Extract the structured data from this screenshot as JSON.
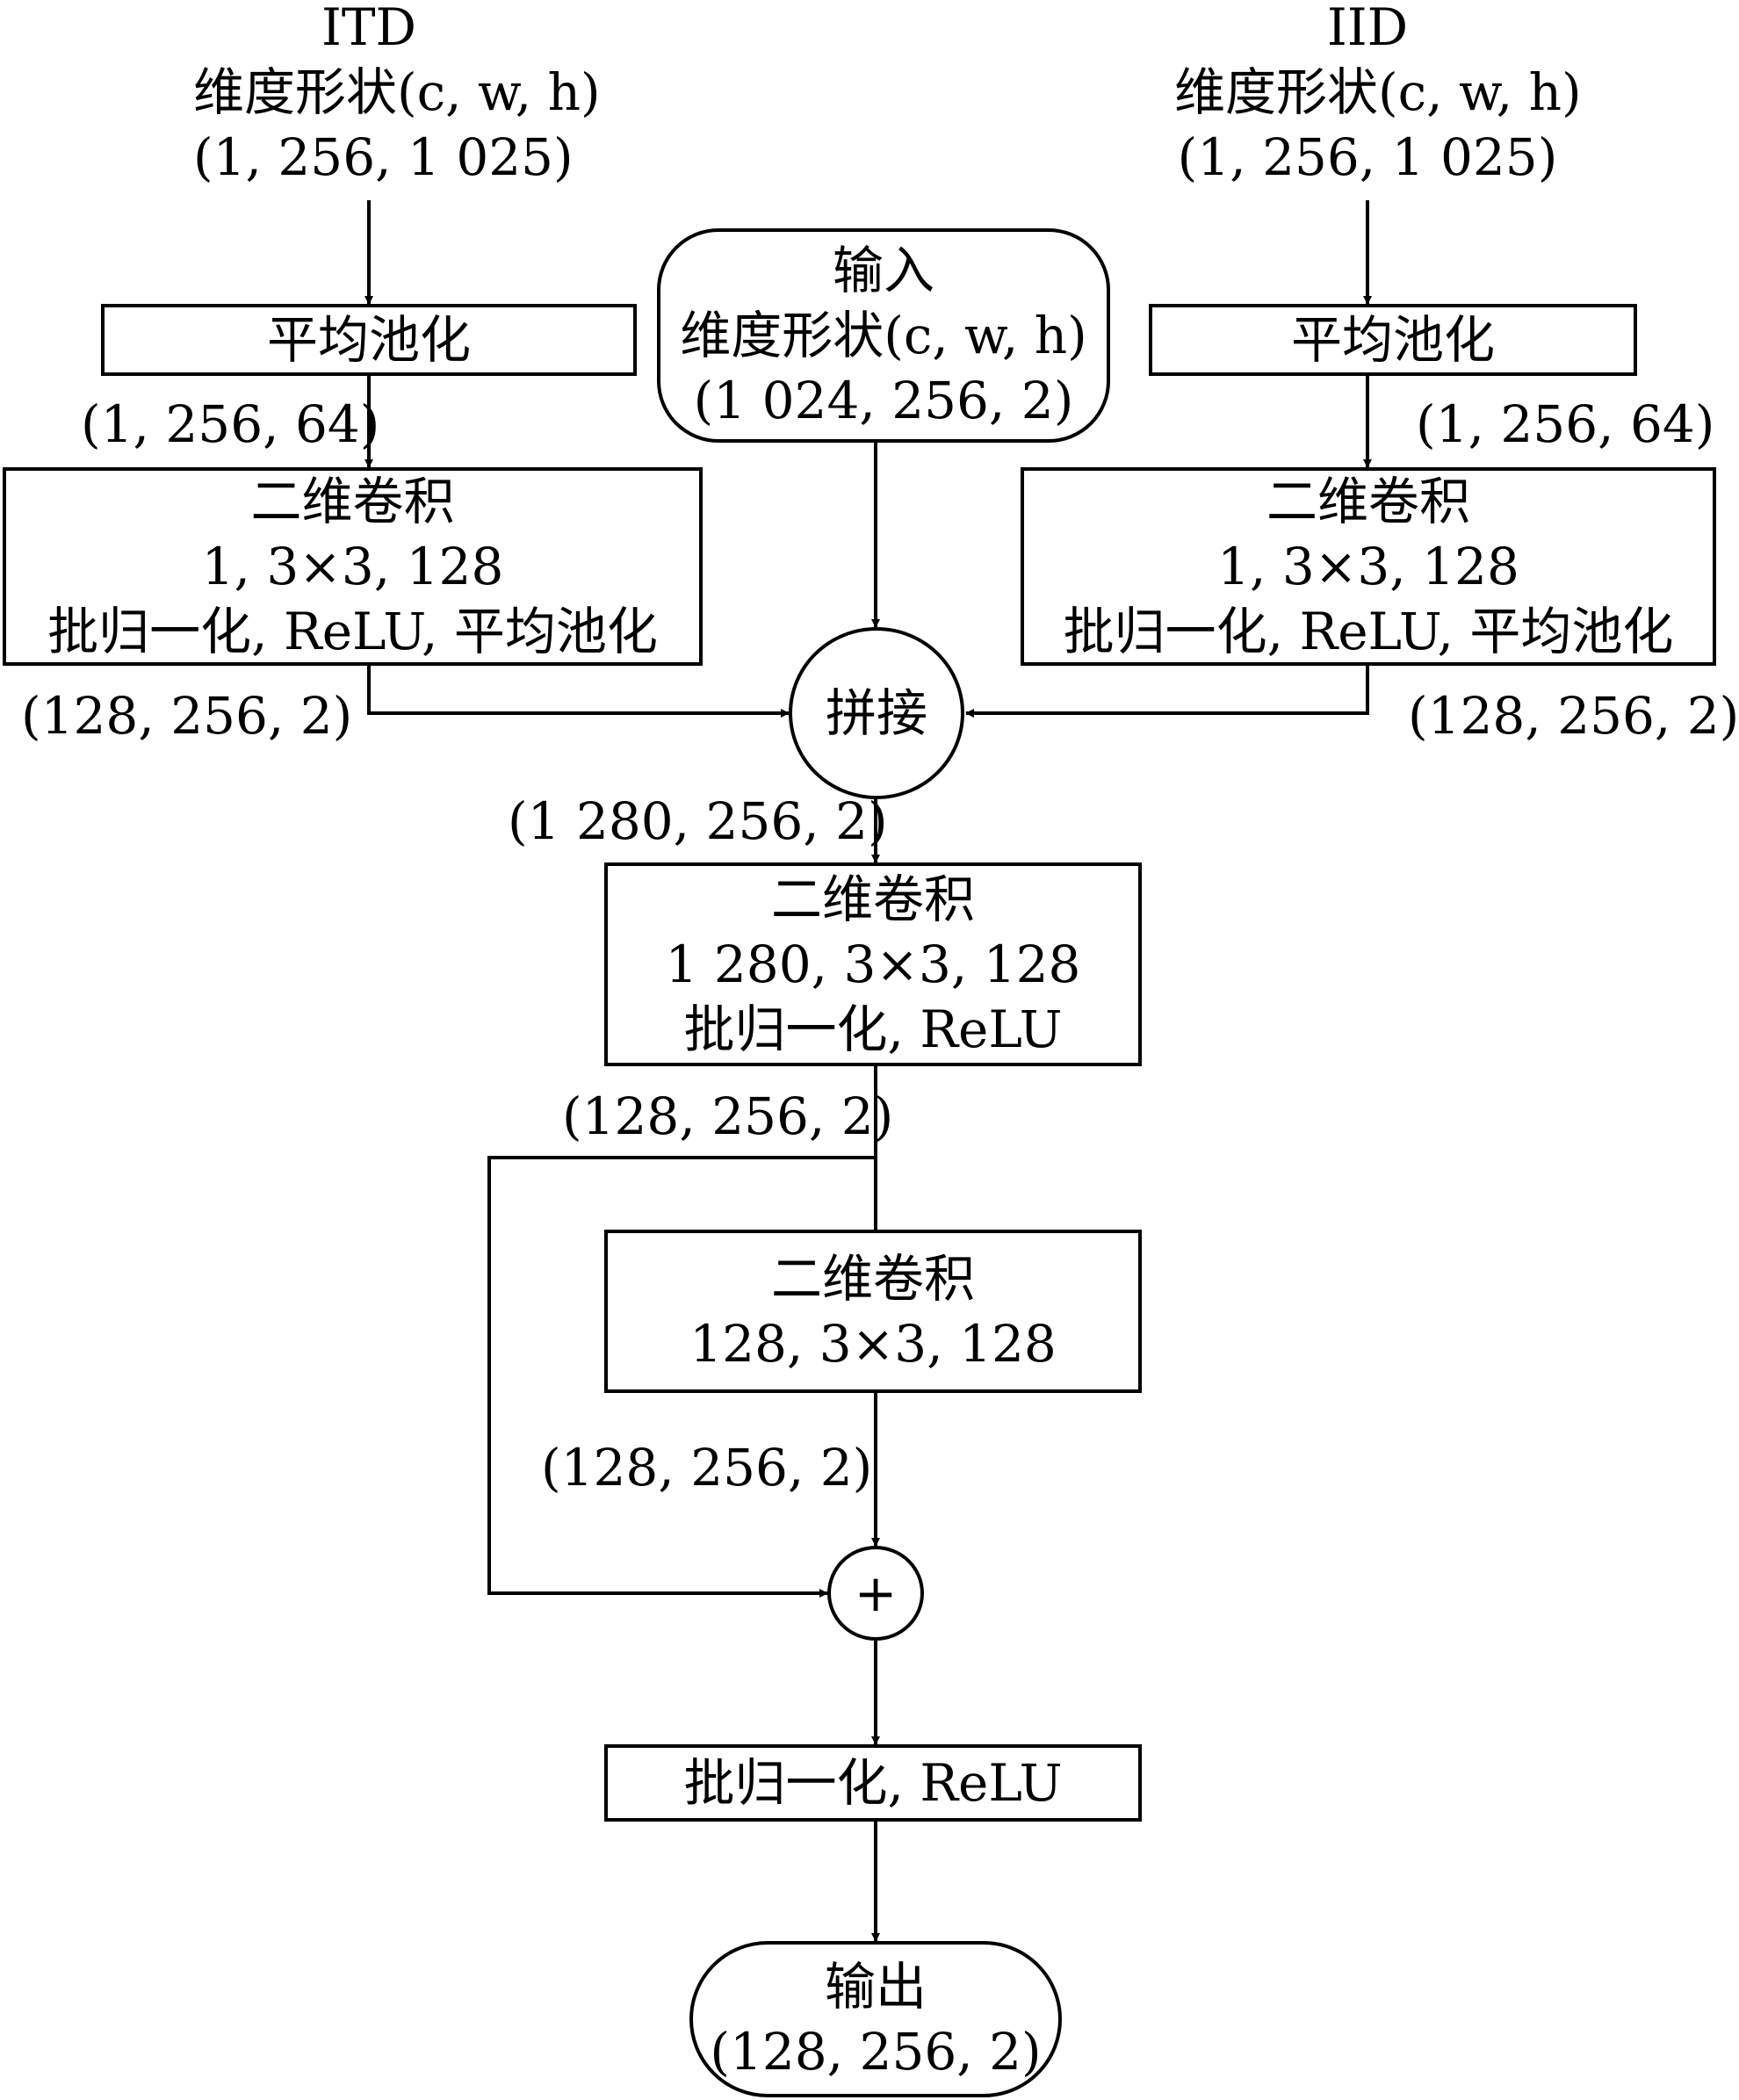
{
  "itd_header": {
    "title": "ITD",
    "shape_label": "维度形状(c, w, h)",
    "dims": "(1, 256, 1 025)"
  },
  "iid_header": {
    "title": "IID",
    "shape_label": "维度形状(c, w, h)",
    "dims": "(1, 256, 1 025)"
  },
  "input_node": {
    "title": "输入",
    "shape_label": "维度形状(c, w, h)",
    "dims": "(1 024, 256, 2)"
  },
  "left_pool": {
    "label": "平均池化"
  },
  "right_pool": {
    "label": "平均池化"
  },
  "left_pool_out": "(1, 256, 64)",
  "right_pool_out": "(1, 256, 64)",
  "left_conv": {
    "title": "二维卷积",
    "params": "1, 3×3, 128",
    "ops": "批归一化, ReLU, 平均池化"
  },
  "right_conv": {
    "title": "二维卷积",
    "params": "1, 3×3, 128",
    "ops": "批归一化, ReLU, 平均池化"
  },
  "left_conv_out": "(128, 256, 2)",
  "right_conv_out": "(128, 256, 2)",
  "concat_node": {
    "label": "拼接"
  },
  "concat_out": "(1 280, 256, 2)",
  "conv_a": {
    "title": "二维卷积",
    "params": "1 280, 3×3, 128",
    "ops": "批归一化, ReLU"
  },
  "conv_a_out": "(128, 256, 2)",
  "conv_b": {
    "title": "二维卷积",
    "params": "128, 3×3, 128"
  },
  "conv_b_out": "(128, 256, 2)",
  "add_node": {
    "symbol": "+"
  },
  "bn_relu": {
    "label": "批归一化, ReLU"
  },
  "output_node": {
    "title": "输出",
    "dims": "(128, 256, 2)"
  }
}
